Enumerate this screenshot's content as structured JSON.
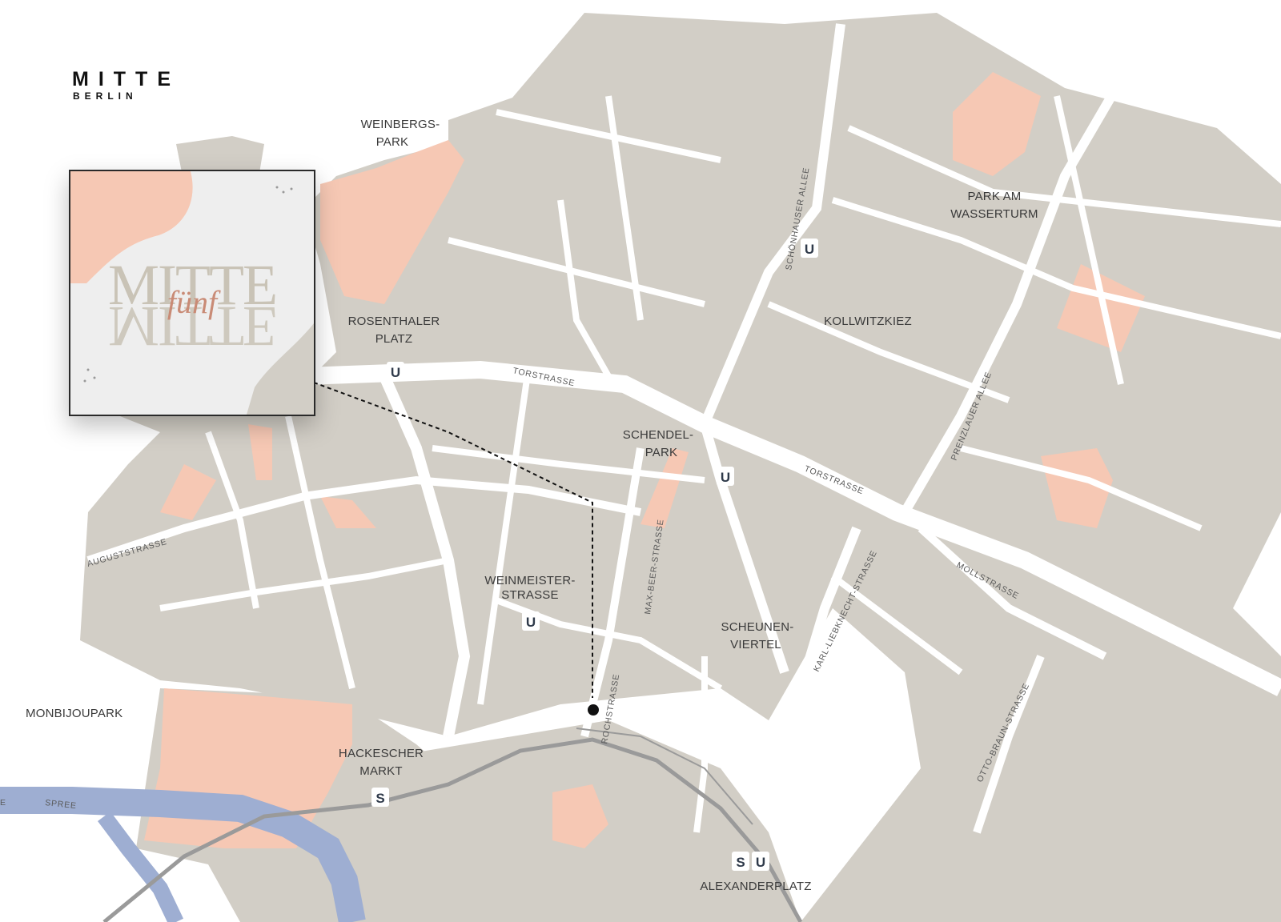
{
  "brand": {
    "title": "MITTE",
    "subtitle": "BERLIN"
  },
  "inset_logo": {
    "word": "MITTE",
    "script": "fünf"
  },
  "colors": {
    "block": "#d2cec6",
    "park": "#f6c8b4",
    "road": "#ffffff",
    "river": "#9eaed2",
    "rail": "#9a9a9a",
    "badge_text": "#2f3a4a",
    "label": "#3a3a3a"
  },
  "place_labels": {
    "weinbergspark": [
      "WEINBERGS-",
      "PARK"
    ],
    "rosenthaler_platz": [
      "ROSENTHALER",
      "PLATZ"
    ],
    "schendelpark": [
      "SCHENDEL-",
      "PARK"
    ],
    "kollwitzkiez": [
      "KOLLWITZKIEZ"
    ],
    "park_am_wasserturm": [
      "PARK AM",
      "WASSERTURM"
    ],
    "weinmeisterstrasse": [
      "WEINMEISTER-",
      "STRASSE"
    ],
    "scheunenviertel": [
      "SCHEUNEN-",
      "VIERTEL"
    ],
    "monbijoupark": [
      "MONBIJOUPARK"
    ],
    "hackescher_markt": [
      "HACKESCHER",
      "MARKT"
    ],
    "alexanderplatz": [
      "ALEXANDERPLATZ"
    ]
  },
  "street_labels": {
    "torstrasse_1": "TORSTRASSE",
    "torstrasse_2": "TORSTRASSE",
    "schoenhauser_allee": "SCHÖNHAUSER ALLEE",
    "prenzlauer_allee": "PRENZLAUER ALLEE",
    "auguststrasse": "AUGUSTSTRASSE",
    "max_beer_strasse": "MAX-BEER-STRASSE",
    "rochstrasse": "ROCHSTRASSE",
    "karl_liebknecht_strasse": "KARL-LIEBKNECHT-STRASSE",
    "mollstrasse": "MOLLSTRASSE",
    "otto_braun_strasse": "OTTO-BRAUN-STRASSE",
    "spree": "SPREE",
    "edge": "E"
  },
  "stations": {
    "u_rosenthaler_platz": "U",
    "u_senefelderplatz": "U",
    "u_rosa_luxemburg_platz": "U",
    "u_weinmeisterstrasse": "U",
    "s_hackescher_markt": "S",
    "s_alexanderplatz": "S",
    "u_alexanderplatz": "U"
  }
}
